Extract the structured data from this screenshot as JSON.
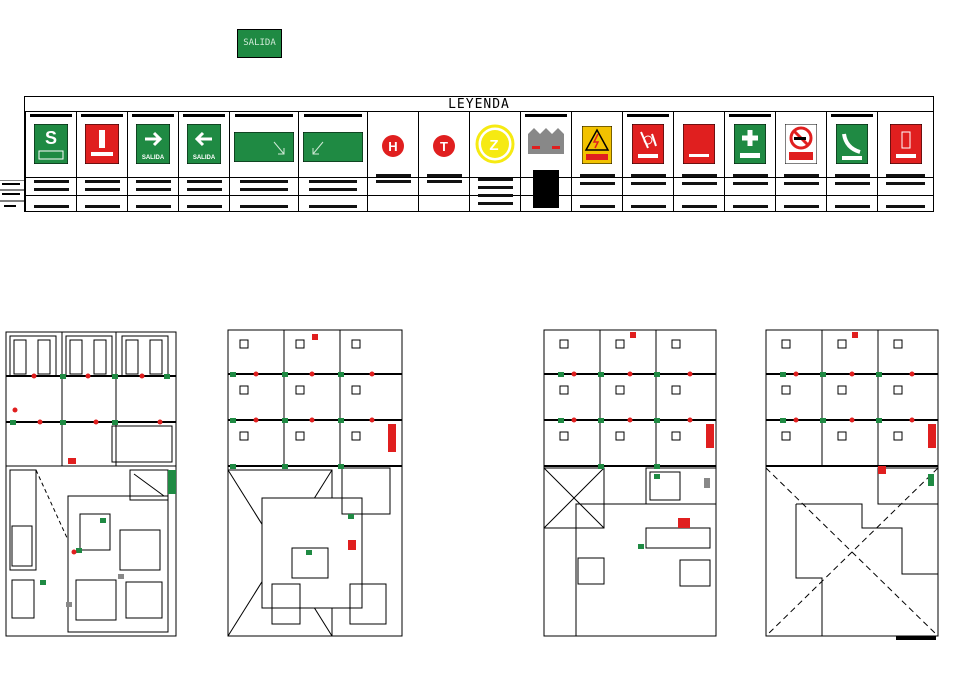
{
  "header_sign": {
    "label": "SALIDA",
    "color": "#1f8a43"
  },
  "legend": {
    "title": "LEYENDA",
    "symbols": [
      {
        "id": "safe-zone",
        "icon": "letter-s-safe-zone-icon",
        "bg": "#1f8a43",
        "text": "S"
      },
      {
        "id": "extinguisher",
        "icon": "fire-extinguisher-icon",
        "bg": "#e01f1f"
      },
      {
        "id": "exit-right",
        "icon": "arrow-right-exit-icon",
        "bg": "#1f8a43",
        "text": "SALIDA"
      },
      {
        "id": "exit-left",
        "icon": "arrow-left-exit-icon",
        "bg": "#1f8a43",
        "text": "SALIDA"
      },
      {
        "id": "exit-direction-wide-1",
        "icon": "exit-direction-sign-icon",
        "bg": "#1f8a43"
      },
      {
        "id": "exit-direction-wide-2",
        "icon": "exit-direction-sign-icon",
        "bg": "#1f8a43"
      },
      {
        "id": "hydrant",
        "icon": "circle-h-icon",
        "bg": "#e01f1f",
        "text": "H"
      },
      {
        "id": "tank",
        "icon": "circle-t-icon",
        "bg": "#e01f1f",
        "text": "T"
      },
      {
        "id": "seismic-zone",
        "icon": "seismic-zone-icon",
        "bg": "#f6ea12",
        "text": "Z"
      },
      {
        "id": "battery",
        "icon": "battery-icon",
        "bg": "#888888"
      },
      {
        "id": "electrical-risk",
        "icon": "electrical-hazard-icon",
        "bg": "#f2c200"
      },
      {
        "id": "fire-alarm",
        "icon": "fire-alarm-icon",
        "bg": "#e01f1f"
      },
      {
        "id": "fire-equipment",
        "icon": "fire-equipment-icon",
        "bg": "#e01f1f"
      },
      {
        "id": "first-aid",
        "icon": "first-aid-cross-icon",
        "bg": "#1f8a43"
      },
      {
        "id": "no-smoking",
        "icon": "no-smoking-icon",
        "bg": "#e01f1f"
      },
      {
        "id": "emergency-phone",
        "icon": "emergency-phone-icon",
        "bg": "#1f8a43"
      },
      {
        "id": "fire-cabinet",
        "icon": "fire-cabinet-icon",
        "bg": "#e01f1f"
      }
    ]
  },
  "floor_plans": [
    {
      "id": "plan-1",
      "icon": "floor-plan-ground-level"
    },
    {
      "id": "plan-2",
      "icon": "floor-plan-level-2"
    },
    {
      "id": "plan-3",
      "icon": "floor-plan-level-3"
    },
    {
      "id": "plan-4",
      "icon": "floor-plan-roof-level"
    }
  ],
  "colors": {
    "green": "#1f8a43",
    "red": "#e01f1f",
    "yellow": "#f6ea12",
    "line": "#000000"
  }
}
